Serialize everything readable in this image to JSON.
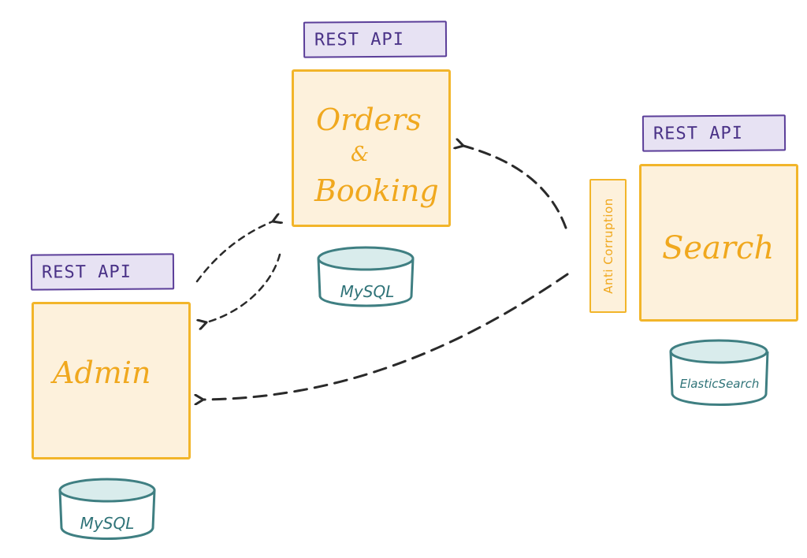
{
  "diagram": {
    "services": {
      "orders": {
        "api_label": "REST API",
        "name_line1": "Orders",
        "name_line2": "&",
        "name_line3": "Booking",
        "db_label": "MySQL"
      },
      "admin": {
        "api_label": "REST API",
        "name": "Admin",
        "db_label": "MySQL"
      },
      "search": {
        "api_label": "REST API",
        "name": "Search",
        "db_label": "ElasticSearch",
        "anti_corruption_label": "Anti Corruption"
      }
    },
    "colors": {
      "api_fill": "#e7e2f3",
      "api_stroke": "#5b3e99",
      "service_fill": "#fdf1dc",
      "service_stroke": "#f2b52a",
      "db_fill": "#d9ecec",
      "db_stroke": "#3f7f82",
      "arrow": "#2a2a2a"
    }
  }
}
